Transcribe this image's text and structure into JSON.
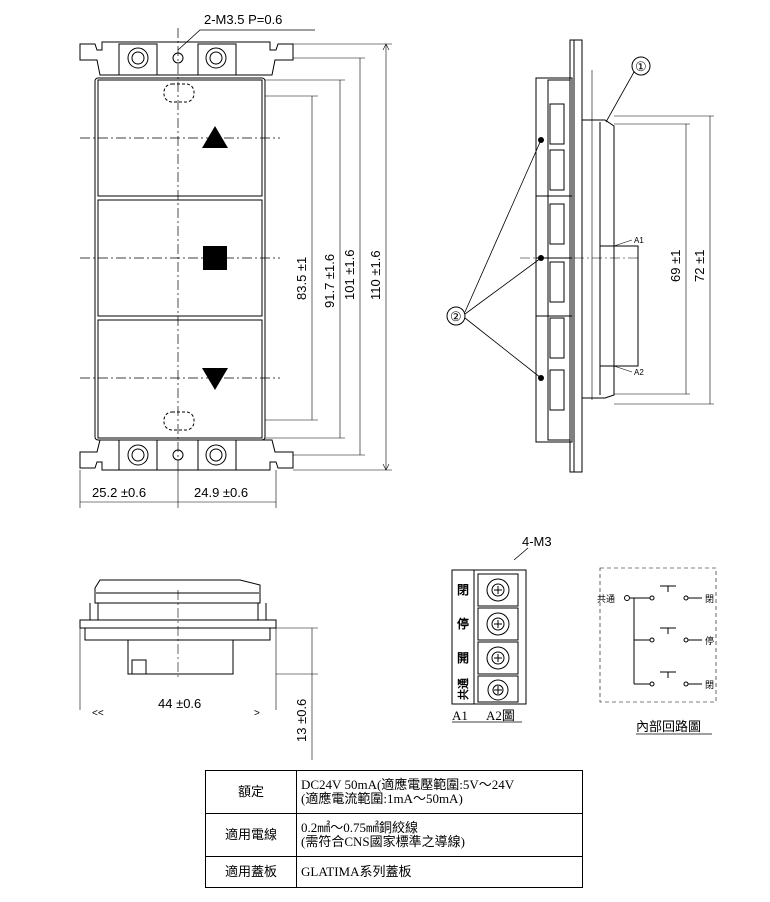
{
  "front_view": {
    "screw_spec": "2-M3.5 P=0.6",
    "symbols": [
      "▲",
      "■",
      "▼"
    ],
    "dim_heights": [
      "83.5 ±1",
      "91.7 ±1.6",
      "101 ±1.6",
      "110 ±1.6"
    ],
    "dim_widths": [
      "25.2 ±0.6",
      "24.9 ±0.6"
    ]
  },
  "side_view": {
    "callout_1": "①",
    "callout_2": "②",
    "label_a1": "A1",
    "label_a2": "A2",
    "dim_heights": [
      "69 ±1",
      "72 ±1"
    ]
  },
  "bottom_view": {
    "depth": "44 ±0.6",
    "height": "13 ±0.6",
    "arrow_left": "<<",
    "arrow_right": ">"
  },
  "terminal": {
    "spec": "4-M3",
    "labels": [
      "閉",
      "停",
      "開",
      "共通"
    ],
    "caption_a1": "A1",
    "caption_a2": "A2圖"
  },
  "circuit": {
    "common": "共通",
    "outputs": [
      "閉",
      "停",
      "閉"
    ],
    "caption": "內部回路圖"
  },
  "specs": [
    {
      "key": "額定",
      "lines": [
        "DC24V 50mA(適應電壓範圍:5V～24V",
        "(適應電流範圍:1mA～50mA)"
      ]
    },
    {
      "key": "適用電線",
      "lines": [
        "0.2㎟～0.75㎟銅絞線",
        "(需符合CNS國家標準之導線)"
      ]
    },
    {
      "key": "適用蓋板",
      "lines": [
        "GLATIMA系列蓋板"
      ]
    }
  ]
}
